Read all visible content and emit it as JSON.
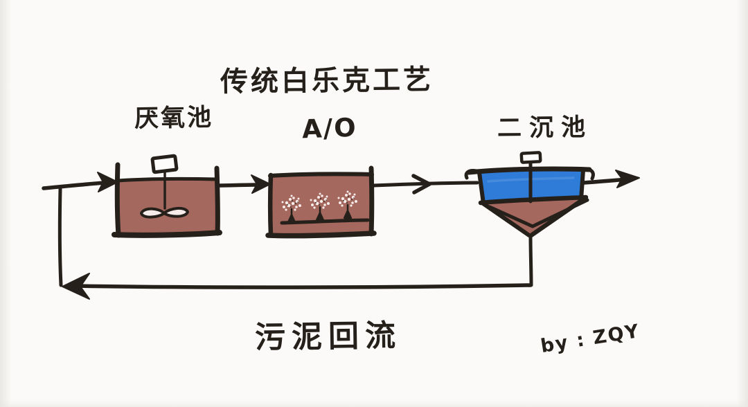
{
  "diagram": {
    "title": "传统白乐克工艺",
    "stages": [
      {
        "id": "anaerobic-tank",
        "label": "厌氧池"
      },
      {
        "id": "ao-tank",
        "label": "A/O"
      },
      {
        "id": "secondary-clarifier",
        "label": "二沉池"
      }
    ],
    "flows": {
      "sludge_return_label": "污泥回流"
    },
    "signature": "by : ZQY"
  },
  "colors": {
    "ink": "#26201b",
    "paper": "#fbfaf8",
    "tank_fill": "#a5685e",
    "water_fill": "#2e7cd7",
    "bubble": "#f6ece9"
  }
}
